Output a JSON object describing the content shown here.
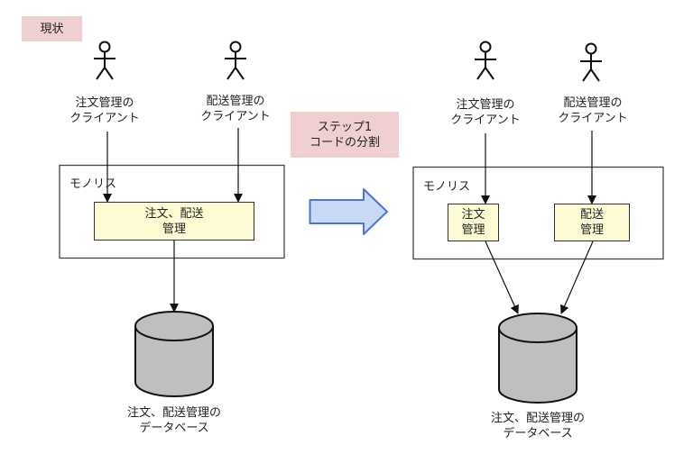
{
  "current_state": {
    "tag": "現状",
    "clients": [
      {
        "line1": "注文管理の",
        "line2": "クライアント"
      },
      {
        "line1": "配送管理の",
        "line2": "クライアント"
      }
    ],
    "monolith": {
      "title": "モノリス",
      "module": {
        "line1": "注文、配送",
        "line2": "管理"
      }
    },
    "database": {
      "line1": "注文、配送管理の",
      "line2": "データベース"
    }
  },
  "step": {
    "tag_line1": "ステップ1",
    "tag_line2": "コードの分割",
    "arrow_icon": "right-arrow-icon"
  },
  "after_state": {
    "clients": [
      {
        "line1": "注文管理の",
        "line2": "クライアント"
      },
      {
        "line1": "配送管理の",
        "line2": "クライアント"
      }
    ],
    "monolith": {
      "title": "モノリス",
      "modules": [
        {
          "line1": "注文",
          "line2": "管理"
        },
        {
          "line1": "配送",
          "line2": "管理"
        }
      ]
    },
    "database": {
      "line1": "注文、配送管理の",
      "line2": "データベース"
    }
  },
  "colors": {
    "tag_bg": "#efcfcf",
    "module_bg": "#fdfbd3",
    "database_fill": "#bfbfbf",
    "arrow_fill": "#c9d8f5",
    "arrow_stroke": "#4a76d0"
  }
}
